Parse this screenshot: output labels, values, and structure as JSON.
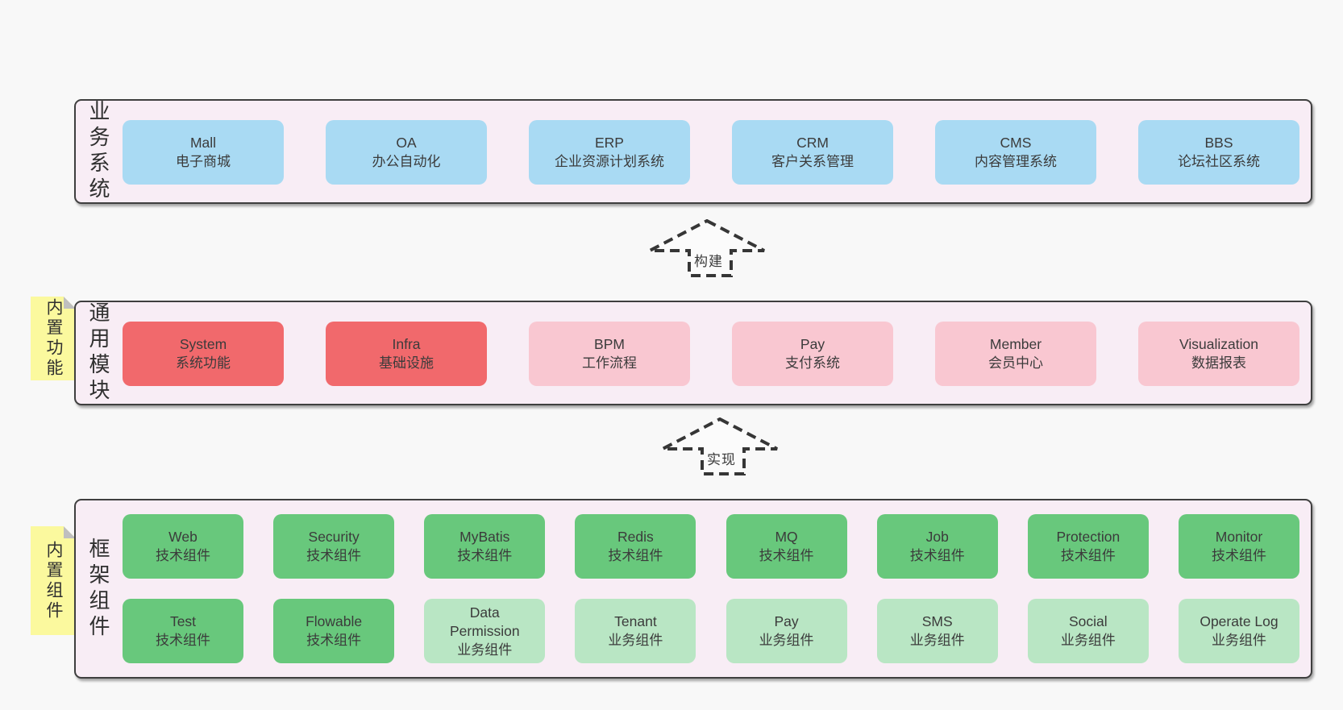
{
  "colors": {
    "page_bg": "#f8f8f8",
    "panel_bg": "#f8edf5",
    "panel_border": "#3f3f3f",
    "note_bg": "#fbf99e",
    "note_fold": "#bfbfbf",
    "text": "#3a3a3a",
    "arrow_stroke": "#363636",
    "box_blue": "#a9daf3",
    "box_red": "#f1696c",
    "box_pink": "#f9c7d1",
    "box_green": "#68c87c",
    "box_light_green": "#b9e6c4"
  },
  "arrows": [
    {
      "label": "构建"
    },
    {
      "label": "实现"
    }
  ],
  "layers": [
    {
      "label": "业务系统",
      "note": null,
      "rows": [
        [
          {
            "name": "Mall",
            "desc": "电子商城",
            "color": "box_blue"
          },
          {
            "name": "OA",
            "desc": "办公自动化",
            "color": "box_blue"
          },
          {
            "name": "ERP",
            "desc": "企业资源计划系统",
            "color": "box_blue"
          },
          {
            "name": "CRM",
            "desc": "客户关系管理",
            "color": "box_blue"
          },
          {
            "name": "CMS",
            "desc": "内容管理系统",
            "color": "box_blue"
          },
          {
            "name": "BBS",
            "desc": "论坛社区系统",
            "color": "box_blue"
          }
        ]
      ]
    },
    {
      "label": "通用模块",
      "note": "内置功能",
      "rows": [
        [
          {
            "name": "System",
            "desc": "系统功能",
            "color": "box_red"
          },
          {
            "name": "Infra",
            "desc": "基础设施",
            "color": "box_red"
          },
          {
            "name": "BPM",
            "desc": "工作流程",
            "color": "box_pink"
          },
          {
            "name": "Pay",
            "desc": "支付系统",
            "color": "box_pink"
          },
          {
            "name": "Member",
            "desc": "会员中心",
            "color": "box_pink"
          },
          {
            "name": "Visualization",
            "desc": "数据报表",
            "color": "box_pink"
          }
        ]
      ]
    },
    {
      "label": "框架组件",
      "note": "内置组件",
      "rows": [
        [
          {
            "name": "Web",
            "desc": "技术组件",
            "color": "box_green"
          },
          {
            "name": "Security",
            "desc": "技术组件",
            "color": "box_green"
          },
          {
            "name": "MyBatis",
            "desc": "技术组件",
            "color": "box_green"
          },
          {
            "name": "Redis",
            "desc": "技术组件",
            "color": "box_green"
          },
          {
            "name": "MQ",
            "desc": "技术组件",
            "color": "box_green"
          },
          {
            "name": "Job",
            "desc": "技术组件",
            "color": "box_green"
          },
          {
            "name": "Protection",
            "desc": "技术组件",
            "color": "box_green"
          },
          {
            "name": "Monitor",
            "desc": "技术组件",
            "color": "box_green"
          }
        ],
        [
          {
            "name": "Test",
            "desc": "技术组件",
            "color": "box_green"
          },
          {
            "name": "Flowable",
            "desc": "技术组件",
            "color": "box_green"
          },
          {
            "name": "Data\nPermission",
            "desc": "业务组件",
            "color": "box_light_green"
          },
          {
            "name": "Tenant",
            "desc": "业务组件",
            "color": "box_light_green"
          },
          {
            "name": "Pay",
            "desc": "业务组件",
            "color": "box_light_green"
          },
          {
            "name": "SMS",
            "desc": "业务组件",
            "color": "box_light_green"
          },
          {
            "name": "Social",
            "desc": "业务组件",
            "color": "box_light_green"
          },
          {
            "name": "Operate Log",
            "desc": "业务组件",
            "color": "box_light_green"
          }
        ]
      ]
    }
  ]
}
